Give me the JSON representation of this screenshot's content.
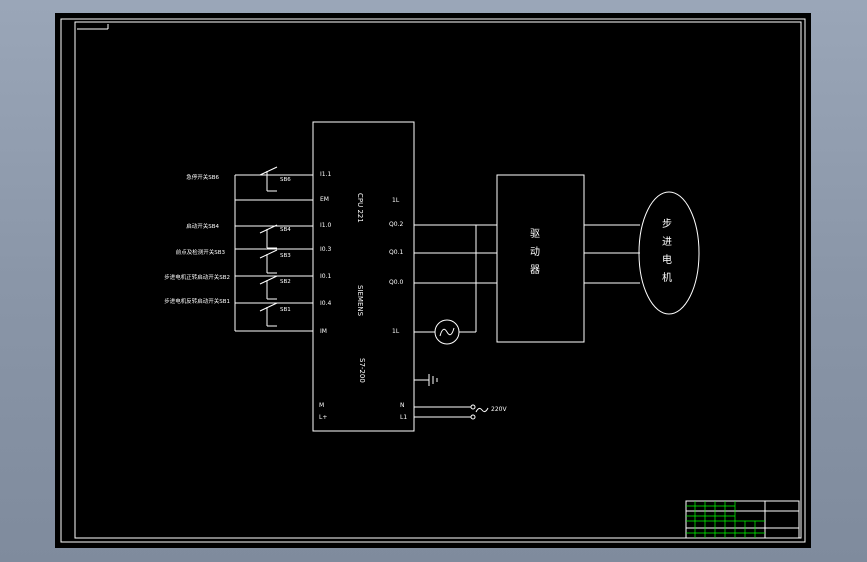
{
  "plc": {
    "model_top": "CPU 221",
    "brand": "SIEMENS",
    "model_bottom": "S7-200",
    "inputs": [
      "I1.1",
      "EM",
      "I1.0",
      "I0.3",
      "I0.1",
      "I0.4",
      "IM"
    ],
    "outputs": [
      "1L",
      "Q0.2",
      "Q0.1",
      "Q0.0",
      "1L"
    ],
    "power": [
      "M",
      "L+",
      "N",
      "L1"
    ]
  },
  "switches": [
    {
      "label": "急停开关SB6",
      "tag": "SB6"
    },
    {
      "label": "启动开关SB4",
      "tag": "SB4"
    },
    {
      "label": "前点及检测开关SB3",
      "tag": "SB3"
    },
    {
      "label": "步进电机正转启动开关SB2",
      "tag": "SB2"
    },
    {
      "label": "步进电机反转启动开关SB1",
      "tag": "SB1"
    }
  ],
  "driver": {
    "chars": [
      "驱",
      "动",
      "器"
    ]
  },
  "motor": {
    "chars": [
      "步",
      "进",
      "电",
      "机"
    ]
  },
  "supply": {
    "voltage": "220V"
  },
  "colors": {
    "background": "#000000",
    "line": "#ffffff",
    "title_block": "#00ff00"
  }
}
